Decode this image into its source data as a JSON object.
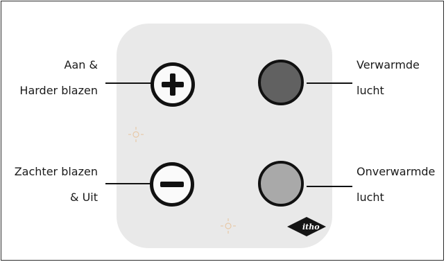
{
  "labels": {
    "aan_line1": "Aan &",
    "aan_line2": "Harder blazen",
    "zachter_line1": "Zachter blazen",
    "zachter_line2": "& Uit",
    "verwarmde_line1": "Verwarmde",
    "verwarmde_line2": "lucht",
    "onverwarmde_line1": "Onverwarmde",
    "onverwarmde_line2": "lucht"
  },
  "logo": {
    "text": "itho"
  },
  "colors": {
    "panel": "#e9e9e9",
    "indicator_warm": "#616161",
    "indicator_cold": "#a9a9a9",
    "outline": "#111111",
    "sun_symbol": "#e8c9a8"
  },
  "icons": [
    "plus-icon",
    "minus-icon",
    "sun-icon",
    "itho-logo"
  ]
}
